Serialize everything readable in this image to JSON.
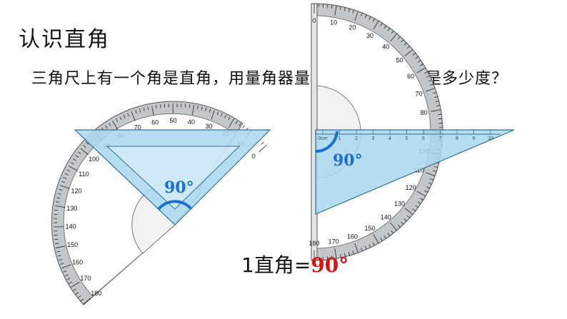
{
  "lesson": {
    "title": "认识直角",
    "question": "三角尺上有一个角是直角，用量角器量一量，这个直角是多少度？",
    "result_prefix": "1直角=",
    "result_value": "90°",
    "angle_label_left": "90°",
    "angle_label_right": "90°"
  },
  "protractor": {
    "ticks": [
      "0",
      "10",
      "20",
      "30",
      "40",
      "50",
      "60",
      "70",
      "80",
      "90",
      "100",
      "110",
      "120",
      "130",
      "140",
      "150",
      "160",
      "170",
      "180"
    ],
    "ruler_marks": [
      "0cm",
      "1",
      "2",
      "3",
      "4",
      "5",
      "6",
      "7",
      "8",
      "9",
      "10"
    ]
  },
  "colors": {
    "ruler_fill": "#a9d8ee",
    "protractor_ring": "#b9bcbf",
    "angle_arc": "#1a6fd0",
    "result_value": "#e01010"
  }
}
